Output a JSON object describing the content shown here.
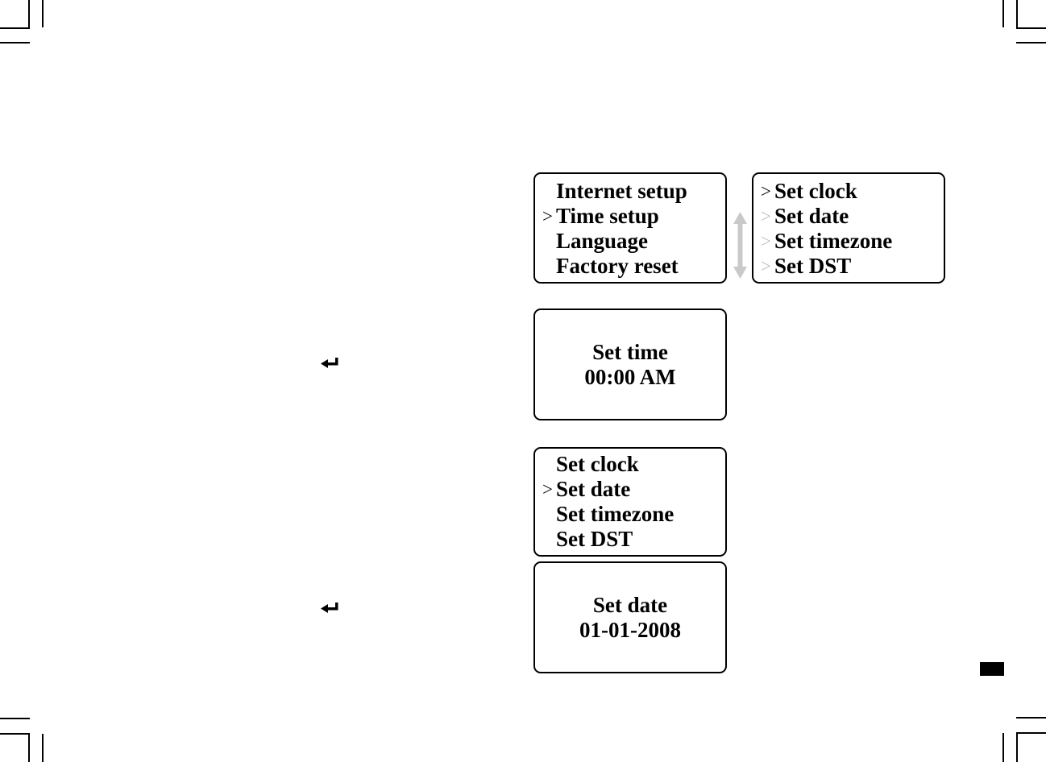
{
  "document": {
    "type": "user-manual-page",
    "topic": "time setup menu navigation"
  },
  "glyphs": {
    "cursor": ">"
  },
  "colors": {
    "background": "#ffffff",
    "screen_border": "#000000",
    "text": "#000000",
    "cursor_active": "#000000",
    "cursor_inactive": "#bdbdbd",
    "scroll_arrow": "#c9c9c9",
    "return_arrow": "#000000",
    "section_tab": "#000000",
    "crop_mark": "#000000"
  },
  "screens": {
    "main_menu": {
      "items": [
        {
          "label": "Internet setup",
          "cursor": "none"
        },
        {
          "label": "Time setup",
          "cursor": "black"
        },
        {
          "label": "Language",
          "cursor": "none"
        },
        {
          "label": "Factory reset",
          "cursor": "none"
        }
      ]
    },
    "time_setup_menu": {
      "items": [
        {
          "label": "Set clock",
          "cursor": "black"
        },
        {
          "label": "Set date",
          "cursor": "gray"
        },
        {
          "label": "Set timezone",
          "cursor": "gray"
        },
        {
          "label": "Set DST",
          "cursor": "gray"
        }
      ]
    },
    "set_time": {
      "title": "Set time",
      "value": "00:00 AM"
    },
    "time_setup_menu_date_selected": {
      "items": [
        {
          "label": "Set clock",
          "cursor": "none"
        },
        {
          "label": "Set date",
          "cursor": "black"
        },
        {
          "label": "Set timezone",
          "cursor": "none"
        },
        {
          "label": "Set DST",
          "cursor": "none"
        }
      ]
    },
    "set_date": {
      "title": "Set date",
      "value": "01-01-2008"
    }
  }
}
